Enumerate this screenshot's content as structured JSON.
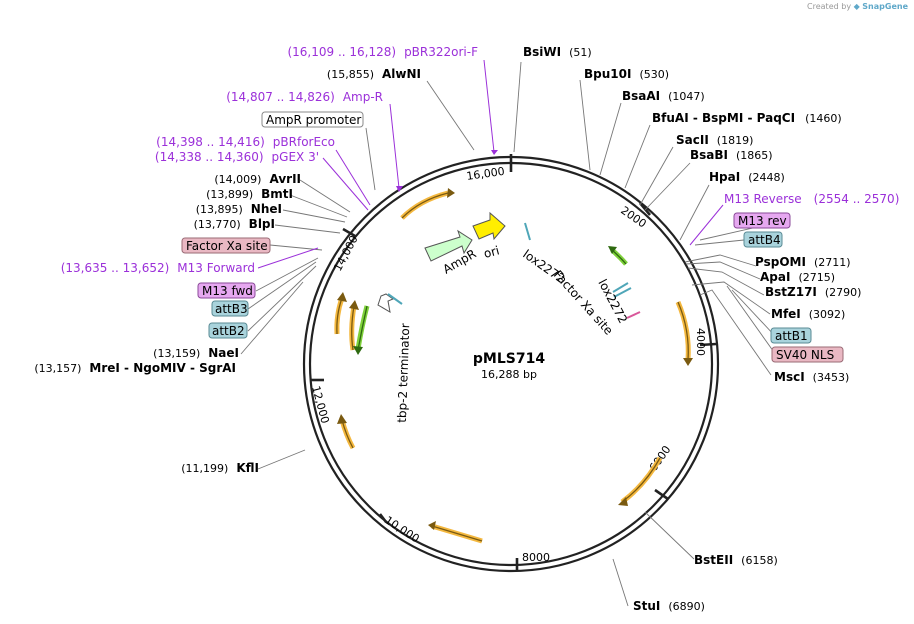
{
  "plasmid": {
    "name": "pMLS714",
    "length": "16,288 bp",
    "total_bp": 16288
  },
  "credit": {
    "prefix": "Created by",
    "brand": "SnapGene"
  },
  "ticks": [
    "2000",
    "4000",
    "6000",
    "8000",
    "10,000",
    "12,000",
    "14,000",
    "16,000"
  ],
  "sites_right": [
    {
      "name": "BsiWI",
      "pos": "(51)"
    },
    {
      "name": "Bpu10I",
      "pos": "(530)"
    },
    {
      "name": "BsaAI",
      "pos": "(1047)"
    },
    {
      "name": "BfuAI - BspMI - PaqCI",
      "pos": "(1460)"
    },
    {
      "name": "SacII",
      "pos": "(1819)"
    },
    {
      "name": "BsaBI",
      "pos": "(1865)"
    },
    {
      "name": "HpaI",
      "pos": "(2448)"
    },
    {
      "name": "PspOMI",
      "pos": "(2711)"
    },
    {
      "name": "ApaI",
      "pos": "(2715)"
    },
    {
      "name": "BstZ17I",
      "pos": "(2790)"
    },
    {
      "name": "MfeI",
      "pos": "(3092)"
    },
    {
      "name": "MscI",
      "pos": "(3453)"
    },
    {
      "name": "BstEII",
      "pos": "(6158)"
    },
    {
      "name": "StuI",
      "pos": "(6890)"
    }
  ],
  "sites_left": [
    {
      "name": "AlwNI",
      "pos": "(15,855)"
    },
    {
      "name": "AvrII",
      "pos": "(14,009)"
    },
    {
      "name": "BmtI",
      "pos": "(13,899)"
    },
    {
      "name": "NheI",
      "pos": "(13,895)"
    },
    {
      "name": "BlpI",
      "pos": "(13,770)"
    },
    {
      "name": "NaeI",
      "pos": "(13,159)"
    },
    {
      "name": "MreI - NgoMIV - SgrAI",
      "pos": "(13,157)"
    },
    {
      "name": "KflI",
      "pos": "(11,199)"
    }
  ],
  "primers": [
    {
      "name": "pBR322ori-F",
      "pos": "(16,109 .. 16,128)"
    },
    {
      "name": "Amp-R",
      "pos": "(14,807 .. 14,826)"
    },
    {
      "name": "pBRforEco",
      "pos": "(14,398 .. 14,416)"
    },
    {
      "name": "pGEX 3'",
      "pos": "(14,338 .. 14,360)"
    },
    {
      "name": "M13 Forward",
      "pos": "(13,635 .. 13,652)"
    },
    {
      "name": "M13 Reverse",
      "pos": "(2554 .. 2570)"
    }
  ],
  "boxed_labels": [
    {
      "text": "AmpR promoter",
      "fill": "#ffffff",
      "stroke": "#888888"
    },
    {
      "text": "Factor Xa site",
      "fill": "#e9b8c3",
      "stroke": "#9a6b76"
    },
    {
      "text": "M13 fwd",
      "fill": "#e6a8f0",
      "stroke": "#8a4a98"
    },
    {
      "text": "attB3",
      "fill": "#a9d3dc",
      "stroke": "#5a8b95"
    },
    {
      "text": "attB2",
      "fill": "#a9d3dc",
      "stroke": "#5a8b95"
    },
    {
      "text": "M13 rev",
      "fill": "#e6a8f0",
      "stroke": "#8a4a98"
    },
    {
      "text": "attB4",
      "fill": "#a9d3dc",
      "stroke": "#5a8b95"
    },
    {
      "text": "attB1",
      "fill": "#a9d3dc",
      "stroke": "#5a8b95"
    },
    {
      "text": "SV40 NLS",
      "fill": "#e9b8c3",
      "stroke": "#9a6b76"
    }
  ],
  "inner_labels": [
    "AmpR",
    "ori",
    "lox2272",
    "Factor Xa site",
    "lox2272",
    "tbp-2 terminator"
  ],
  "colors": {
    "ring": "#222222",
    "primer": "#9b30d9",
    "orange_feature": "#f4b83f",
    "green_feature": "#7fd13b",
    "yellow_feature": "#ffee00",
    "amp_feature": "#ccffcc",
    "teal_feature": "#4fa6b8",
    "leader_line": "#777777"
  }
}
